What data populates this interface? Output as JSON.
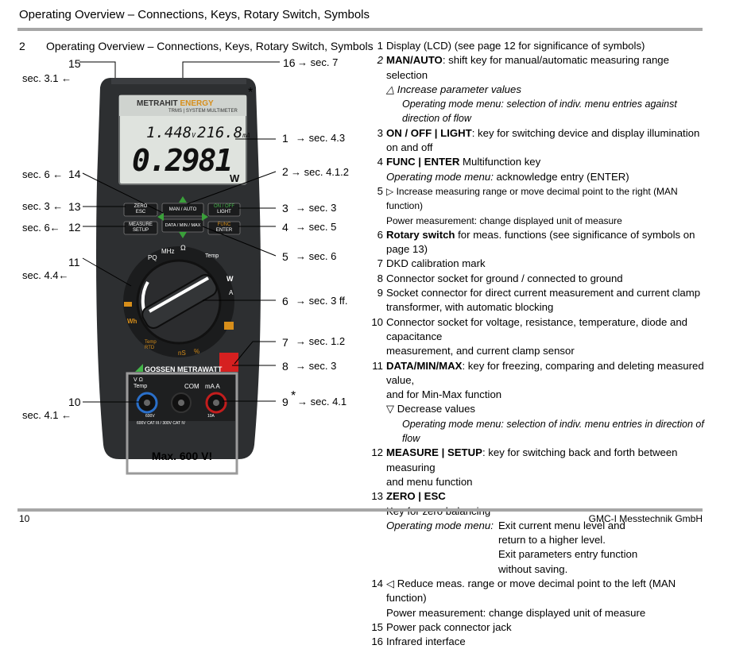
{
  "header": {
    "title": "Operating Overview – Connections, Keys, Rotary Switch, Symbols"
  },
  "section": {
    "number": "2",
    "title": "Operating Overview – Connections, Keys, Rotary Switch, Symbols"
  },
  "footer": {
    "page": "10",
    "company": "GMC-I Messtechnik GmbH"
  },
  "device": {
    "brand": "METRAHIT",
    "brand_energy": "ENERGY",
    "brand_sub1": "TRMS",
    "brand_sub2": "SYSTEM MULTIMETER",
    "lcd_top_left": "1.448",
    "lcd_top_left_unit": "V",
    "lcd_top_right": "216.8",
    "lcd_top_right_unit": "mA",
    "lcd_main": "0.2981",
    "lcd_main_unit": "W",
    "key_zero": "ZERO",
    "key_esc": "ESC",
    "key_measure": "MEASURE",
    "key_setup": "SETUP",
    "key_man": "MAN / AUTO",
    "key_data": "DATA / MIN / MAX",
    "key_on": "ON / OFF",
    "key_light": "LIGHT",
    "key_func": "FUNC",
    "key_enter": "ENTER",
    "dial_mhz": "MHz",
    "dial_ohm": "Ω",
    "dial_pq": "PQ",
    "dial_temp": "Temp",
    "dial_w": "W",
    "dial_a": "A",
    "dial_wh": "Wh",
    "dial_pct": "%",
    "dial_ns": "nS",
    "dial_temp2": "Temp",
    "dial_rtd": "RTD",
    "maker": "GOSSEN METRAWATT",
    "jack_vohm": "V Ω",
    "jack_temp": "Temp",
    "jack_com": "COM",
    "jack_ma": "mA",
    "jack_a": "A",
    "jack_600v": "600V",
    "jack_10a": "10A",
    "cat_rating": "600V CAT III / 300V CAT IV",
    "max_voltage": "Max. 600 V!"
  },
  "callouts": [
    {
      "num": "15",
      "ref": "sec. 3.1 ←"
    },
    {
      "num": "16",
      "ref": "→ sec. 7"
    },
    {
      "num": "1",
      "ref": "→ sec. 4.3"
    },
    {
      "num": "2",
      "ref": "→ sec. 4.1.2"
    },
    {
      "num": "3",
      "ref": "→ sec. 3"
    },
    {
      "num": "4",
      "ref": "→ sec. 5"
    },
    {
      "num": "5",
      "ref": "→ sec. 6"
    },
    {
      "num": "6",
      "ref": "→ sec. 3 ff."
    },
    {
      "num": "7",
      "ref": "→ sec. 1.2"
    },
    {
      "num": "8",
      "ref": "→ sec. 3"
    },
    {
      "num": "9",
      "ref": "→ sec. 4.1"
    },
    {
      "num": "14",
      "ref": "sec. 6 ←"
    },
    {
      "num": "13",
      "ref": "sec. 3 ←"
    },
    {
      "num": "12",
      "ref": "sec. 6←"
    },
    {
      "num": "11",
      "ref": "sec. 4.4←"
    },
    {
      "num": "10",
      "ref": "sec. 4.1 ←"
    }
  ],
  "star": "*",
  "list": {
    "i1": {
      "n": "1",
      "text": "Display (LCD) (see page 12 for significance of symbols)"
    },
    "i2": {
      "n": "2",
      "bold": "MAN/AUTO",
      "text": ": shift key for manual/automatic measuring range selection",
      "s1": "△  Increase parameter values",
      "s2": "Operating mode menu: selection of indiv. menu entries against direction of flow"
    },
    "i3": {
      "n": "3",
      "bold": "ON / OFF | LIGHT",
      "text": ": key for switching device and display illumination on and off"
    },
    "i4": {
      "n": "4",
      "bold": "FUNC | ENTER",
      "text": " Multifunction key",
      "s1_it": "Operating mode menu:",
      "s1": " acknowledge entry (ENTER)"
    },
    "i5": {
      "n": "5",
      "text": "▷  Increase measuring range or move decimal point to the right (MAN function)",
      "s1": "Power measurement: change displayed unit of measure"
    },
    "i6": {
      "n": "6",
      "bold": "Rotary switch",
      "text": " for meas. functions (see significance of symbols on page 13)"
    },
    "i7": {
      "n": "7",
      "text": "DKD calibration mark"
    },
    "i8": {
      "n": "8",
      "text": "Connector socket for ground / connected to ground"
    },
    "i9": {
      "n": "9",
      "text": "Socket connector for direct current measurement and current clamp",
      "t2": "transformer, with automatic blocking"
    },
    "i10": {
      "n": "10",
      "text": "Connector socket for voltage, resistance, temperature, diode and capacitance",
      "t2": "measurement, and current clamp sensor"
    },
    "i11": {
      "n": "11",
      "bold": "DATA/MIN/MAX",
      "text": ": key for freezing, comparing and deleting measured value,",
      "t2": "and for Min-Max function",
      "s1": "▽  Decrease values",
      "s2": "Operating mode menu: selection of indiv. menu entries in direction of flow"
    },
    "i12": {
      "n": "12",
      "bold": "MEASURE | SETUP",
      "text": ": key for switching back and forth between measuring",
      "t2": "and menu function"
    },
    "i13": {
      "n": "13",
      "bold": "ZERO | ESC",
      "t2": "Key for zero balancing",
      "op_label": "Operating mode menu:",
      "op1": "Exit current menu level and",
      "op2": "return to a higher level.",
      "op3": "Exit parameters entry function",
      "op4": "without saving."
    },
    "i14": {
      "n": "14",
      "text": "◁  Reduce meas. range or move decimal point to the left (MAN function)",
      "t2": "Power measurement: change displayed unit of measure"
    },
    "i15": {
      "n": "15",
      "text": "Power pack connector jack"
    },
    "i16": {
      "n": "16",
      "text": "Infrared interface"
    }
  }
}
